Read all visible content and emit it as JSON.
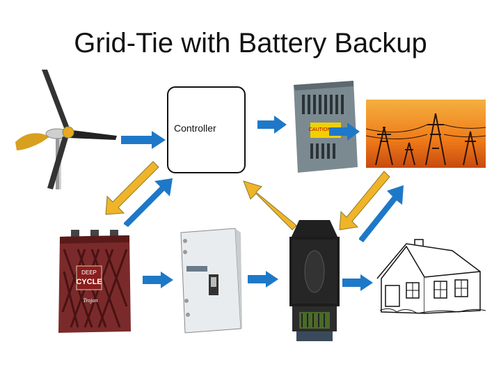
{
  "slide": {
    "title": "Grid-Tie with Battery Backup"
  },
  "controller": {
    "label": "Controller"
  },
  "components": {
    "battery_labels": [
      "DEEP",
      "CYCLE"
    ],
    "battery_brand": "Trojan",
    "inverter_label": "CAUTION HOT"
  },
  "colors": {
    "blue_arrow": "#1e78c8",
    "yellow_arrow": "#f0b428",
    "sky_orange": "#f08020",
    "battery_maroon": "#7a2a2a"
  }
}
